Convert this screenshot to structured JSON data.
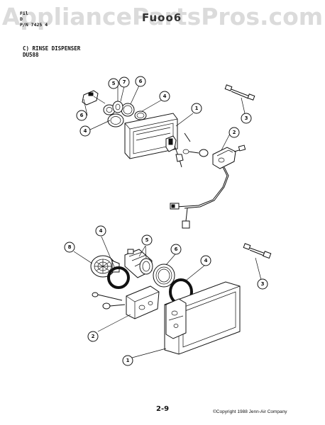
{
  "header": {
    "left_lines": [
      "Fil",
      "D",
      "P/N 7425 4"
    ],
    "title": "Fuoo6"
  },
  "watermark": "AppliancePartsPros.com",
  "section": {
    "title": "C) RINSE DISPENSER",
    "model": "DU588"
  },
  "callouts": [
    "5",
    "7",
    "6",
    "4",
    "6",
    "4",
    "1",
    "2",
    "3",
    "8",
    "4",
    "5",
    "6",
    "4",
    "2",
    "1",
    "3"
  ],
  "footer": {
    "page_number": "2-9",
    "copyright": "©Copyright 1988 Jenn-Air Company"
  }
}
